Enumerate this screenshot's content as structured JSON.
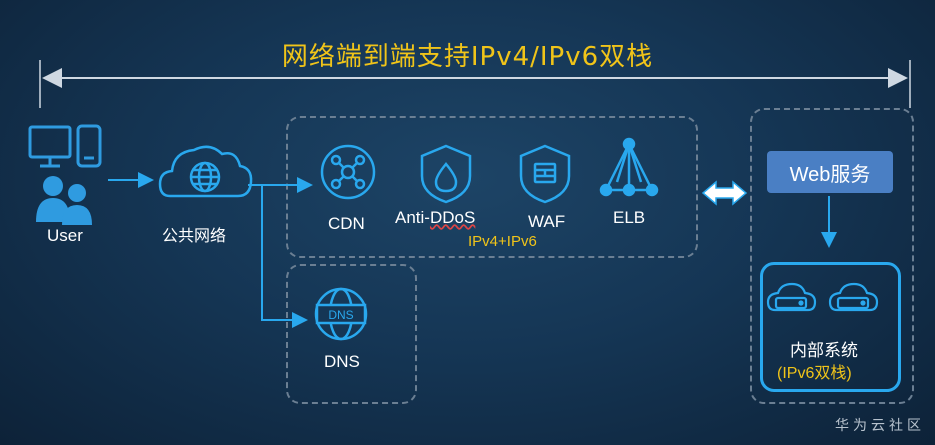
{
  "title": "网络端到端支持IPv4/IPv6双栈",
  "nodes": {
    "user": "User",
    "public_network": "公共网络",
    "cdn": "CDN",
    "anti_ddos_prefix": "Anti-",
    "anti_ddos_suffix": "DDoS",
    "waf": "WAF",
    "elb": "ELB",
    "dns": "DNS",
    "web_service": "Web服务",
    "internal_system": "内部系统",
    "internal_system_stack": "(IPv6双栈)"
  },
  "protocol_label": "IPv4+IPv6",
  "watermark": "华为云社区",
  "colors": {
    "title": "#f0c419",
    "icon": "#29a8ee",
    "user_icon": "#2f9be0",
    "dash": "#6b7f93",
    "web_box": "#4a7fc4"
  },
  "icons": [
    "desktop-icon",
    "phone-icon",
    "users-icon",
    "cloud-globe-icon",
    "cdn-icon",
    "anti-ddos-shield-icon",
    "waf-shield-icon",
    "elb-icon",
    "dns-globe-icon",
    "server-cloud-icon"
  ]
}
